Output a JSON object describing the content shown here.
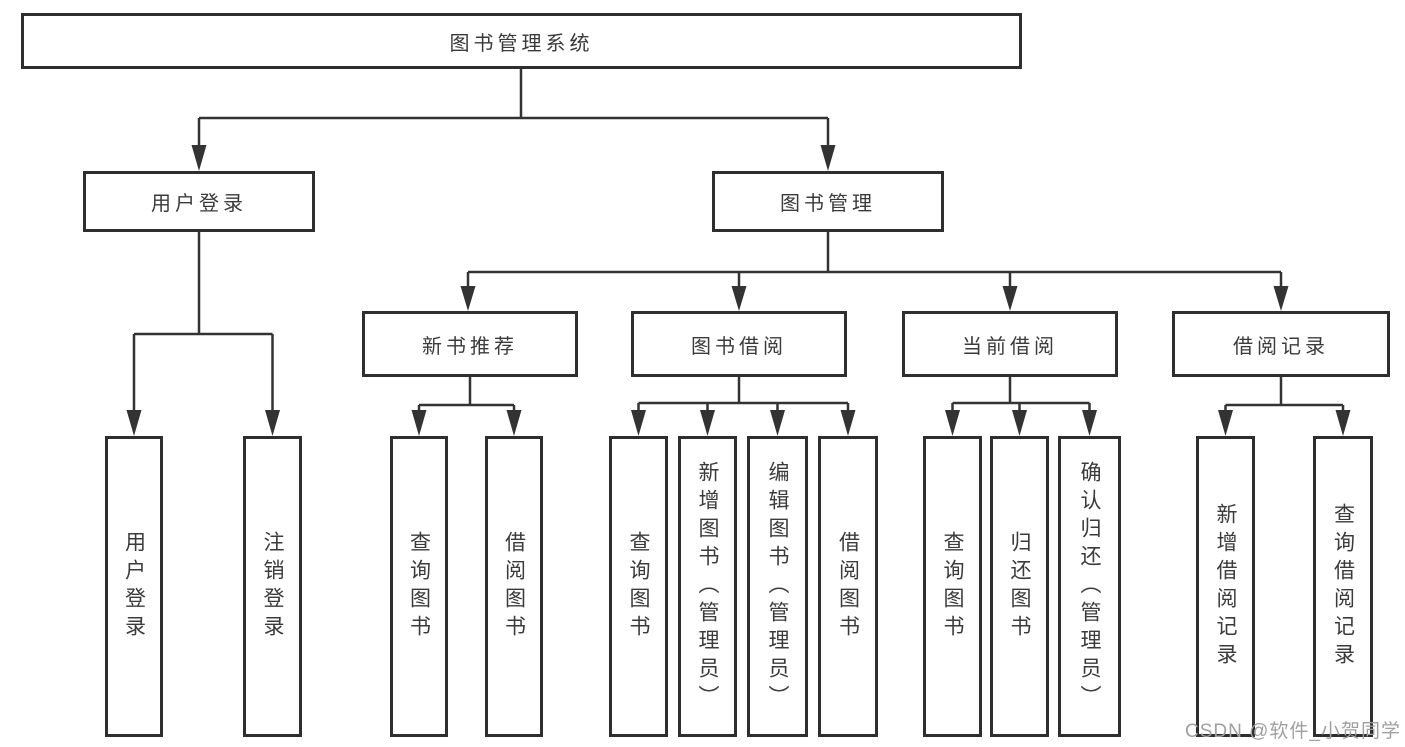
{
  "tree": {
    "root": {
      "label": "图书管理系统"
    },
    "user_login": {
      "label": "用户登录",
      "children": [
        "用户登录",
        "注销登录"
      ]
    },
    "book_management": {
      "label": "图书管理",
      "sections": [
        {
          "label": "新书推荐",
          "children": [
            "查询图书",
            "借阅图书"
          ]
        },
        {
          "label": "图书借阅",
          "children": [
            "查询图书",
            "新增图书（管理员）",
            "编辑图书（管理员）",
            "借阅图书"
          ]
        },
        {
          "label": "当前借阅",
          "children": [
            "查询图书",
            "归还图书",
            "确认归还（管理员）"
          ]
        },
        {
          "label": "借阅记录",
          "children": [
            "新增借阅记录",
            "查询借阅记录"
          ]
        }
      ]
    }
  },
  "watermark": "CSDN @软件_小贺同学",
  "colors": {
    "line": "#333333",
    "box_border": "#2e2e2e",
    "text": "#3b3b3b",
    "watermark": "#a0a0a0",
    "background": "#ffffff"
  }
}
